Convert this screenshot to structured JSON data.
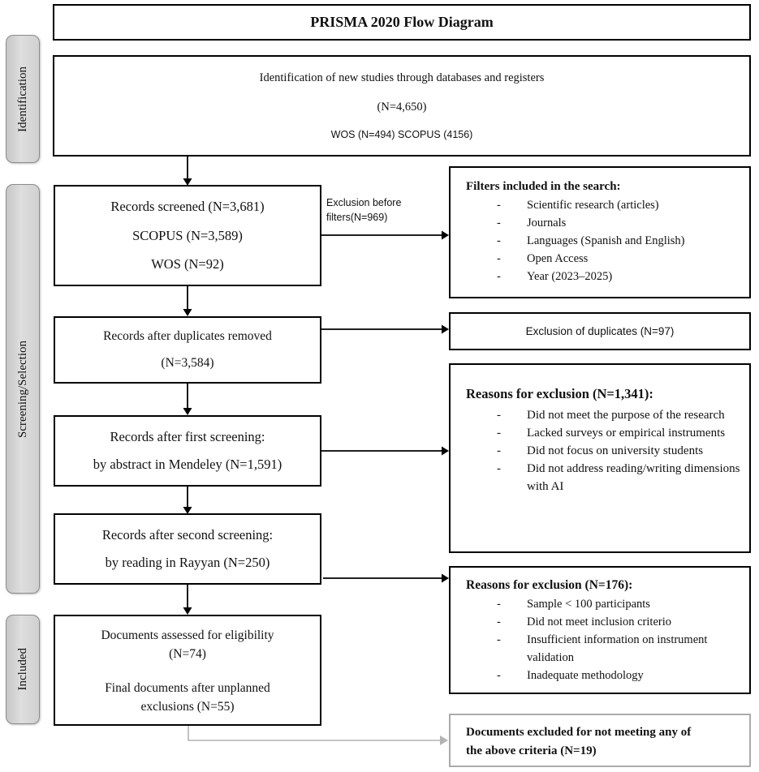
{
  "title": "PRISMA 2020 Flow Diagram",
  "bullet_marker": "-",
  "sidebar": {
    "identification": "Identification",
    "screening": "Screening/Selection",
    "included": "Included"
  },
  "identification_box": {
    "line1": "Identification of new studies through databases and registers",
    "line2": "(N=4,650)",
    "line3": "WOS (N=494) SCOPUS (4156)"
  },
  "records_screened": {
    "line1": "Records screened (N=3,681)",
    "line2": "SCOPUS (N=3,589)",
    "line3": "WOS (N=92)"
  },
  "exclusion_before_filters": {
    "line1": "Exclusion before",
    "line2": "filters(N=969)"
  },
  "filters_box": {
    "title": "Filters included in the search:",
    "items": [
      "Scientific research (articles)",
      "Journals",
      "Languages (Spanish and English)",
      "Open Access",
      "Year (2023–2025)"
    ]
  },
  "duplicates_removed": {
    "line1": "Records after duplicates removed",
    "line2": "(N=3,584)"
  },
  "exclusion_duplicates": {
    "text": "Exclusion of duplicates (N=97)"
  },
  "first_screening": {
    "line1": "Records after first screening:",
    "line2": "by abstract in Mendeley (N=1,591)"
  },
  "reasons_1341": {
    "title": "Reasons for exclusion (N=1,341):",
    "items": [
      "Did not meet the purpose of the research",
      "Lacked surveys or empirical instruments",
      "Did not focus on university students",
      "Did not address reading/writing dimensions with AI"
    ]
  },
  "second_screening": {
    "line1": "Records after second screening:",
    "line2": "by reading in Rayyan (N=250)"
  },
  "reasons_176": {
    "title": "Reasons for exclusion (N=176):",
    "items": [
      "Sample < 100 participants",
      "Did not meet inclusion criterio",
      "Insufficient information on instrument validation",
      "Inadequate methodology"
    ]
  },
  "eligibility_box": {
    "line1": "Documents assessed for eligibility",
    "line2": "(N=74)",
    "line3": "Final documents after unplanned",
    "line4": "exclusions (N=55)"
  },
  "excluded_final": {
    "line1": "Documents excluded for not meeting any of",
    "line2": "the above criteria (N=19)"
  },
  "colors": {
    "box_border": "#000000",
    "gray_box_border": "#ababab",
    "gray_arrow": "#b3b3b3",
    "tab_fill": "#d6d6d6"
  }
}
